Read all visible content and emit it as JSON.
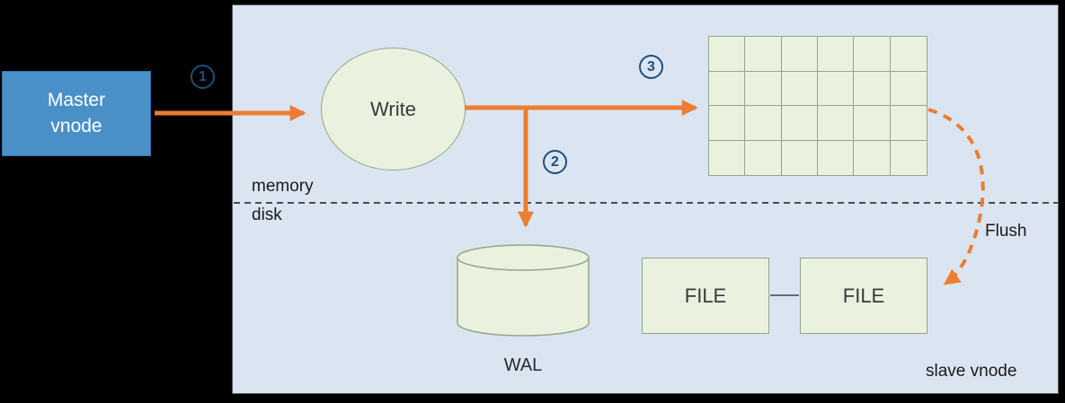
{
  "master": {
    "label": "Master\nvnode"
  },
  "steps": {
    "one": "1",
    "two": "2",
    "three": "3"
  },
  "write": {
    "label": "Write"
  },
  "divider": {
    "memory": "memory",
    "disk": "disk"
  },
  "wal": {
    "label": "WAL"
  },
  "files": {
    "file1": "FILE",
    "file2": "FILE"
  },
  "flush": {
    "label": "Flush"
  },
  "slave": {
    "label": "slave vnode"
  },
  "grid": {
    "rows": 4,
    "cols": 6
  },
  "colors": {
    "arrow_orange": "#ED7D31",
    "panel_blue": "#DBE5F1",
    "shape_green_fill": "#EAF1DE",
    "shape_green_border": "#93A687",
    "master_blue_fill": "#4A90C8",
    "master_blue_border": "#2E74B5",
    "step_circle_blue": "#1F4E79",
    "background_black": "#000000"
  }
}
